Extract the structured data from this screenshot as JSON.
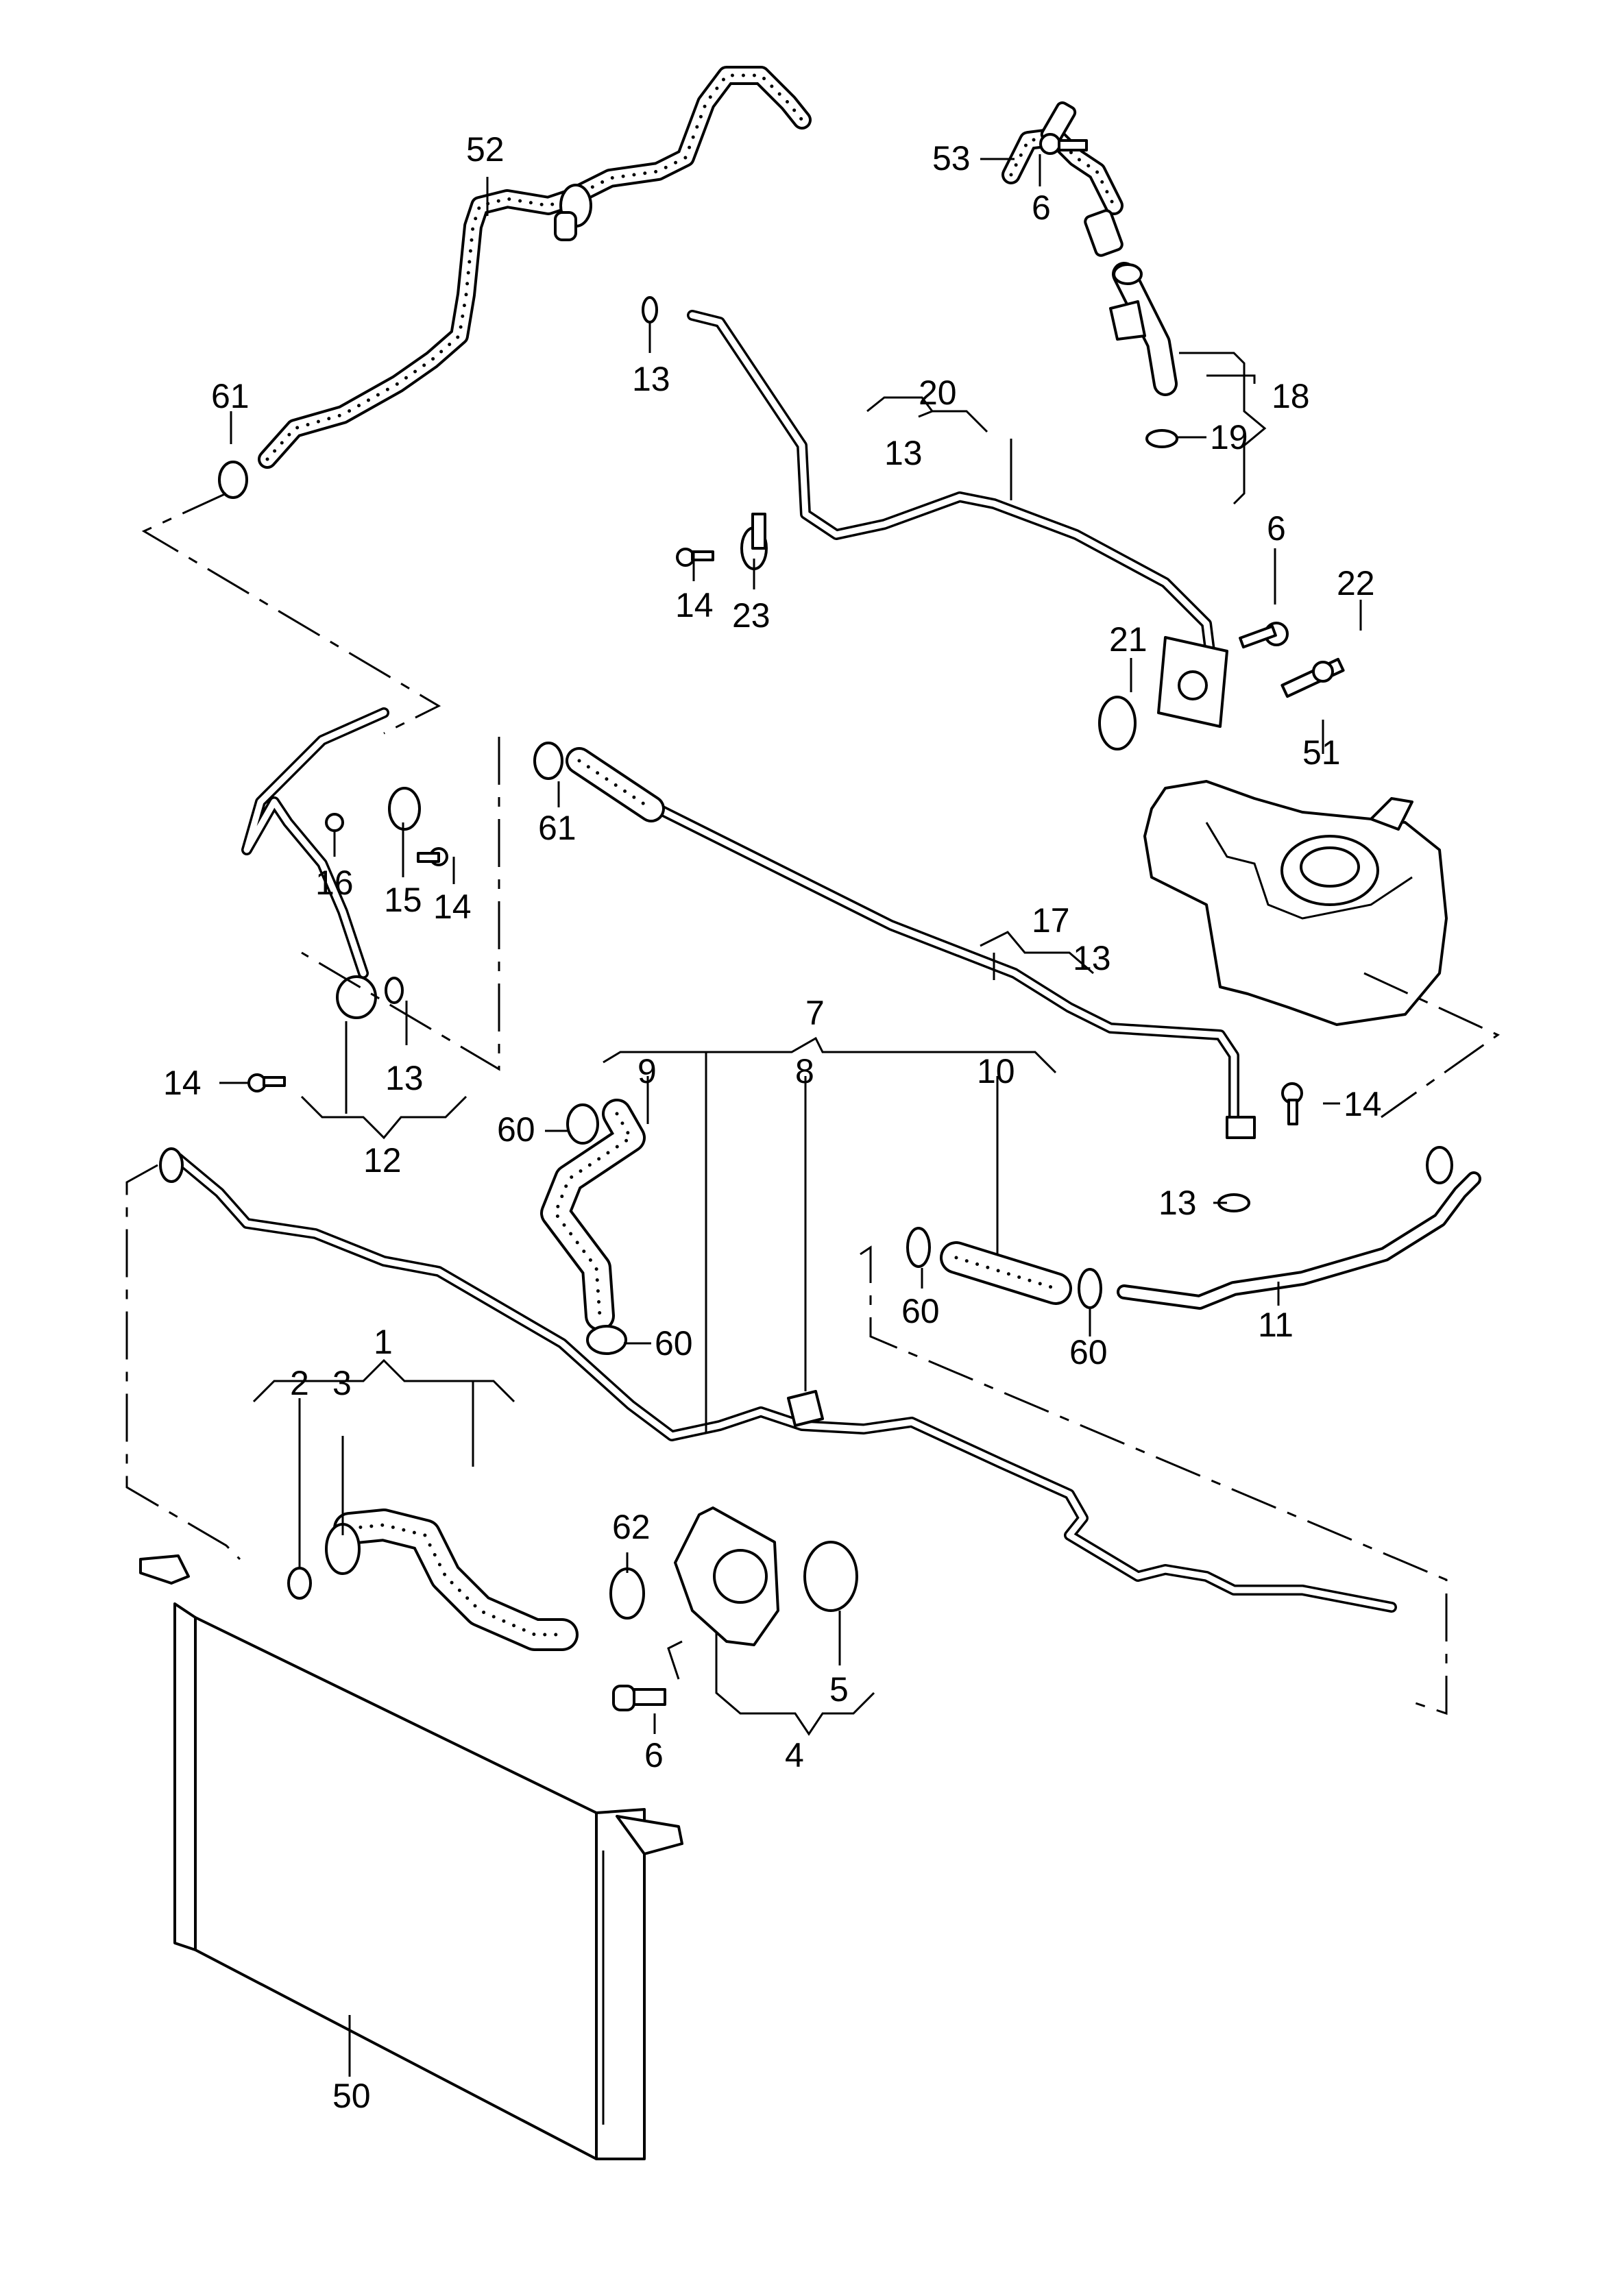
{
  "diagram": {
    "title": "Coolant hoses and pipes with expansion tank and radiator - exploded parts view",
    "line_color": "#000000",
    "background_color": "#ffffff",
    "callouts": [
      {
        "id": "c52",
        "label": "52"
      },
      {
        "id": "c53",
        "label": "53"
      },
      {
        "id": "c61a",
        "label": "61"
      },
      {
        "id": "c13a",
        "label": "13"
      },
      {
        "id": "c6a",
        "label": "6"
      },
      {
        "id": "c18",
        "label": "18"
      },
      {
        "id": "c19",
        "label": "19"
      },
      {
        "id": "c20",
        "label": "20"
      },
      {
        "id": "c13b",
        "label": "13"
      },
      {
        "id": "c14a",
        "label": "14"
      },
      {
        "id": "c23",
        "label": "23"
      },
      {
        "id": "c6b",
        "label": "6"
      },
      {
        "id": "c22",
        "label": "22"
      },
      {
        "id": "c21",
        "label": "21"
      },
      {
        "id": "c51",
        "label": "51"
      },
      {
        "id": "c61b",
        "label": "61"
      },
      {
        "id": "c16",
        "label": "16"
      },
      {
        "id": "c15",
        "label": "15"
      },
      {
        "id": "c14b",
        "label": "14"
      },
      {
        "id": "c17",
        "label": "17"
      },
      {
        "id": "c13c",
        "label": "13"
      },
      {
        "id": "c7",
        "label": "7"
      },
      {
        "id": "c9",
        "label": "9"
      },
      {
        "id": "c8",
        "label": "8"
      },
      {
        "id": "c10",
        "label": "10"
      },
      {
        "id": "c14c",
        "label": "14"
      },
      {
        "id": "c13d",
        "label": "13"
      },
      {
        "id": "c12",
        "label": "12"
      },
      {
        "id": "c14d",
        "label": "14"
      },
      {
        "id": "c60a",
        "label": "60"
      },
      {
        "id": "c13e",
        "label": "13"
      },
      {
        "id": "c60b",
        "label": "60"
      },
      {
        "id": "c60c",
        "label": "60"
      },
      {
        "id": "c60d",
        "label": "60"
      },
      {
        "id": "c11",
        "label": "11"
      },
      {
        "id": "c1",
        "label": "1"
      },
      {
        "id": "c2",
        "label": "2"
      },
      {
        "id": "c3",
        "label": "3"
      },
      {
        "id": "c62",
        "label": "62"
      },
      {
        "id": "c5",
        "label": "5"
      },
      {
        "id": "c6c",
        "label": "6"
      },
      {
        "id": "c4",
        "label": "4"
      },
      {
        "id": "c50",
        "label": "50"
      }
    ]
  }
}
